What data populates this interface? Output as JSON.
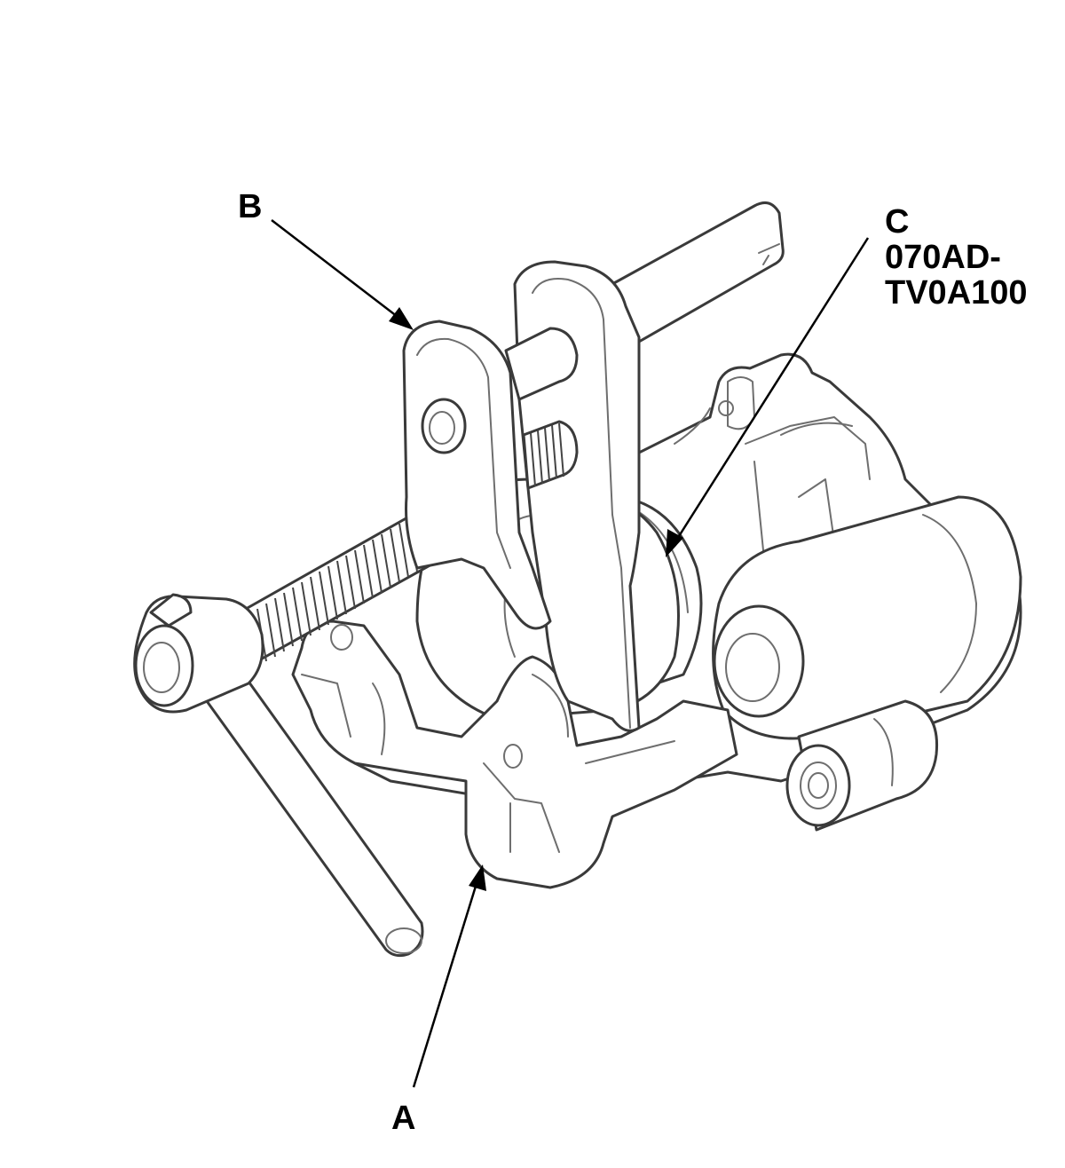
{
  "callouts": {
    "a": {
      "letter": "A"
    },
    "b": {
      "letter": "B"
    },
    "c": {
      "letter": "C",
      "part_number_line1": "070AD-",
      "part_number_line2": "TV0A100"
    }
  },
  "colors": {
    "line_art": "#3a3a3a",
    "leader": "#000000",
    "background": "#ffffff"
  }
}
